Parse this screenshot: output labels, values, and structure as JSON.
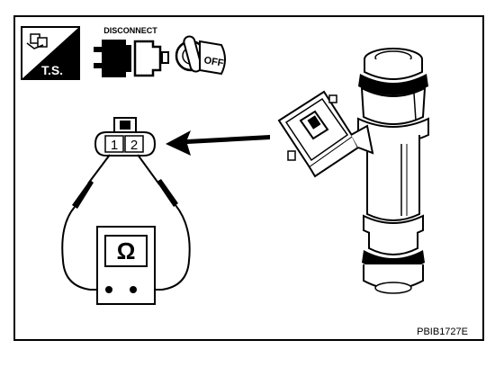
{
  "icons": {
    "ts_badge": "T.S.",
    "disconnect_label": "DISCONNECT",
    "ignition_label": "OFF"
  },
  "connector": {
    "terminal_1": "1",
    "terminal_2": "2"
  },
  "meter": {
    "symbol": "Ω"
  },
  "figure_code": "PBIB1727E",
  "colors": {
    "line": "#000000",
    "background": "#ffffff",
    "gray": "#d0d0d0"
  }
}
